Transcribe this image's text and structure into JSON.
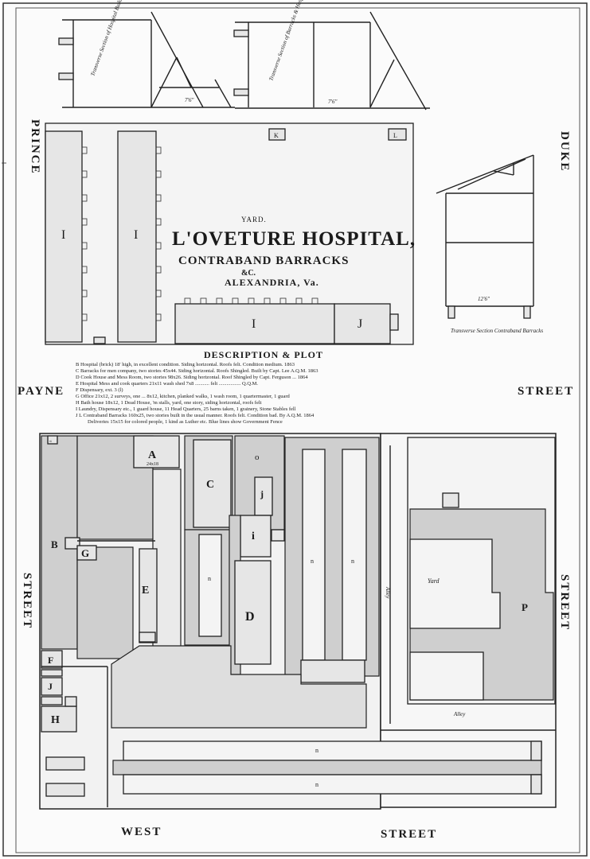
{
  "streets": {
    "prince": "PRINCE",
    "duke": "DUKE",
    "payne": "PAYNE",
    "street_right_mid": "STREET",
    "street_left": "STREET",
    "street_right_low": "STREET",
    "west": "WEST",
    "street_bottom": "STREET"
  },
  "title": {
    "yard": "YARD.",
    "line1": "L'OVETURE HOSPITAL,",
    "line2": "CONTRABAND BARRACKS",
    "line3": "&C.",
    "line4": "ALEXANDRIA, Va."
  },
  "sections": {
    "transverse_1": "Transverse Section of Hospital Building",
    "transverse_2": "Transverse Section of Barracks & Hospital",
    "transverse_3": "Transverse Section Contraband Barracks",
    "dim_75": "7'6\"",
    "dim_75b": "7'6\"",
    "dim_126": "12'6\""
  },
  "description": {
    "heading": "DESCRIPTION & PLOT",
    "lines": [
      "B Hospital (brick) 18' high, in excellent condition. Siding horizontal. Roofs felt. Condition medium. 1863",
      "C Barracks for men company, two stories 45x44. Siding horizontal. Roofs Shingled. Built by Capt. Lee A.Q.M. 1863",
      "D Cook House and Mess Room, two stories 98x26. Siding horizontal. Roof Shingled by Capt. Ferguson ... 1864",
      "E Hospital Mess and cook quarters 21x11 wash shed 7x8 ........... felt ................. Q.Q.M.",
      "F Dispensary, ext. 3 (l)",
      "G Office 21x12, 2 surveys, one ... 8x12, kitchen, planked walks, 1 wash room, 1 quartermaster, 1 guard",
      "H Bath house 18x12, 1 Dead House, 'm stalls, yard, one story, siding horizontal, roofs felt",
      "I Laundry, Dispensary etc., 1 guard house, 11 Head Quarters, 25 barns taken, 1 grainery, Stone Stables fell",
      "J L Contraband Barracks 160x25, two stories built in the usual manner. Roofs felt. Condition bad. By A.Q.M. 1864",
      "Deliveries 15x15 for colored people, 1 kind as Luther etc. Blue lines show Government Fence"
    ]
  },
  "plan_labels": {
    "a": "A",
    "a_dim": "24x18",
    "b": "B",
    "c": "C",
    "d": "D",
    "e": "E",
    "f": "F",
    "g": "G",
    "h": "H",
    "i": "i",
    "j": "j",
    "j2": "J",
    "o": "o",
    "n1": "n",
    "n2": "n",
    "n3": "n",
    "n4": "n",
    "n5": "n",
    "p": "P",
    "yard": "Yard",
    "alley_v": "Alley",
    "alley_h": "Alley",
    "upper_I1": "I",
    "upper_I2": "I",
    "upper_I3": "I",
    "upper_J": "J",
    "upper_K": "K",
    "upper_L": "L"
  }
}
